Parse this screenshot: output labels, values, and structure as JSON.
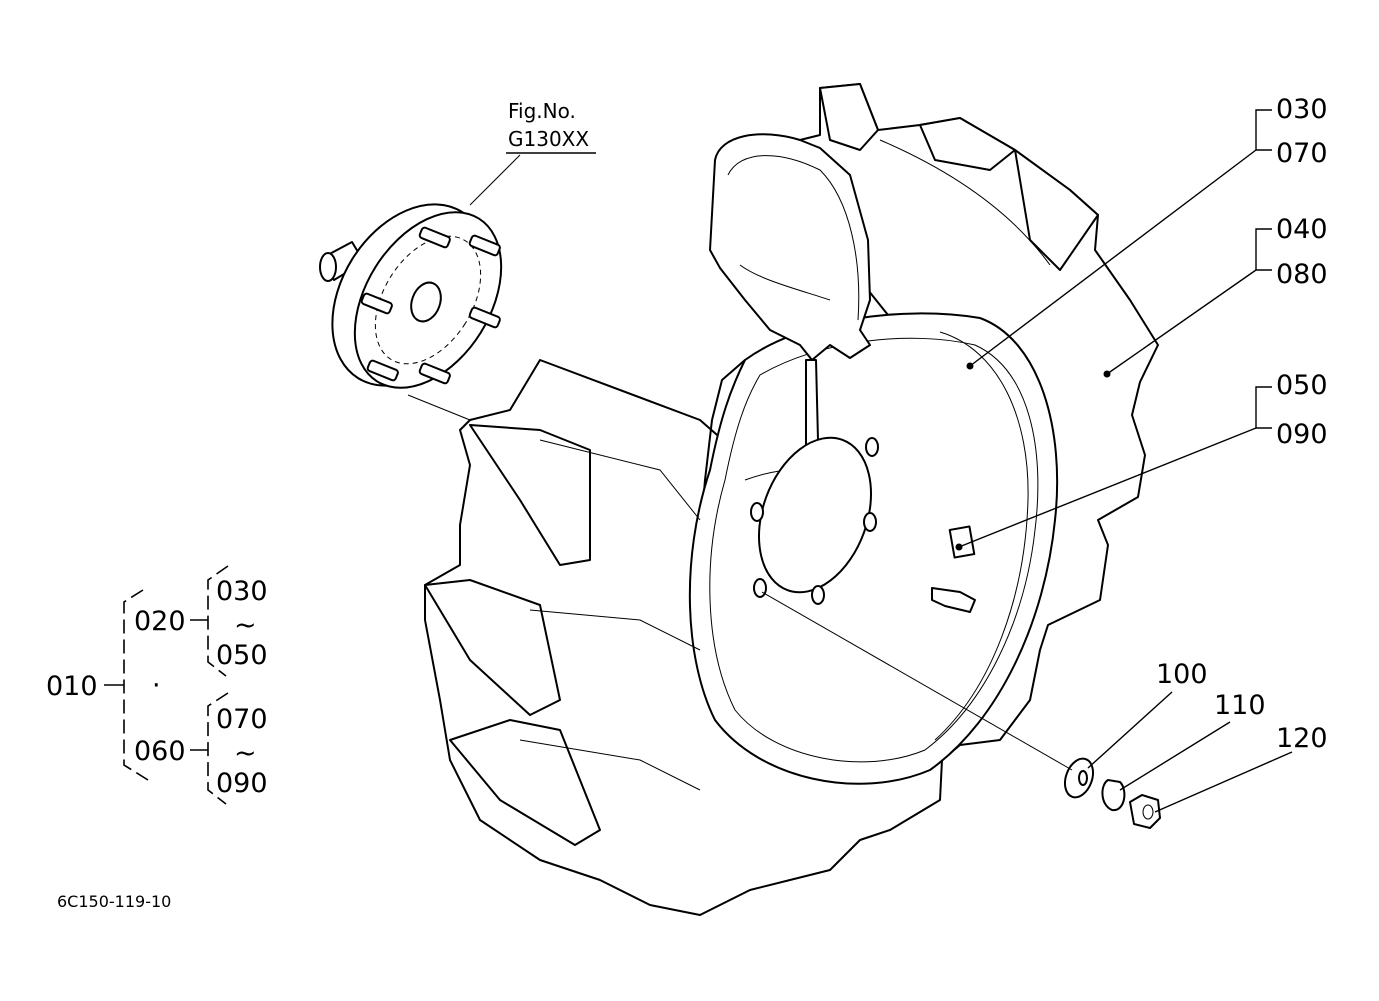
{
  "figure": {
    "fig_no_label": "Fig.No.",
    "fig_no_value": "G130XX",
    "drawing_code": "6C150-119-10"
  },
  "callouts": {
    "c030": "030",
    "c070": "070",
    "c040": "040",
    "c080": "080",
    "c050": "050",
    "c090": "090",
    "c100": "100",
    "c110": "110",
    "c120": "120"
  },
  "tree": {
    "root": "010",
    "branch_a": "020",
    "branch_a_from": "030",
    "branch_a_to": "050",
    "branch_b": "060",
    "branch_b_from": "070",
    "branch_b_to": "090",
    "range_symbol": "~",
    "separator": "·"
  }
}
